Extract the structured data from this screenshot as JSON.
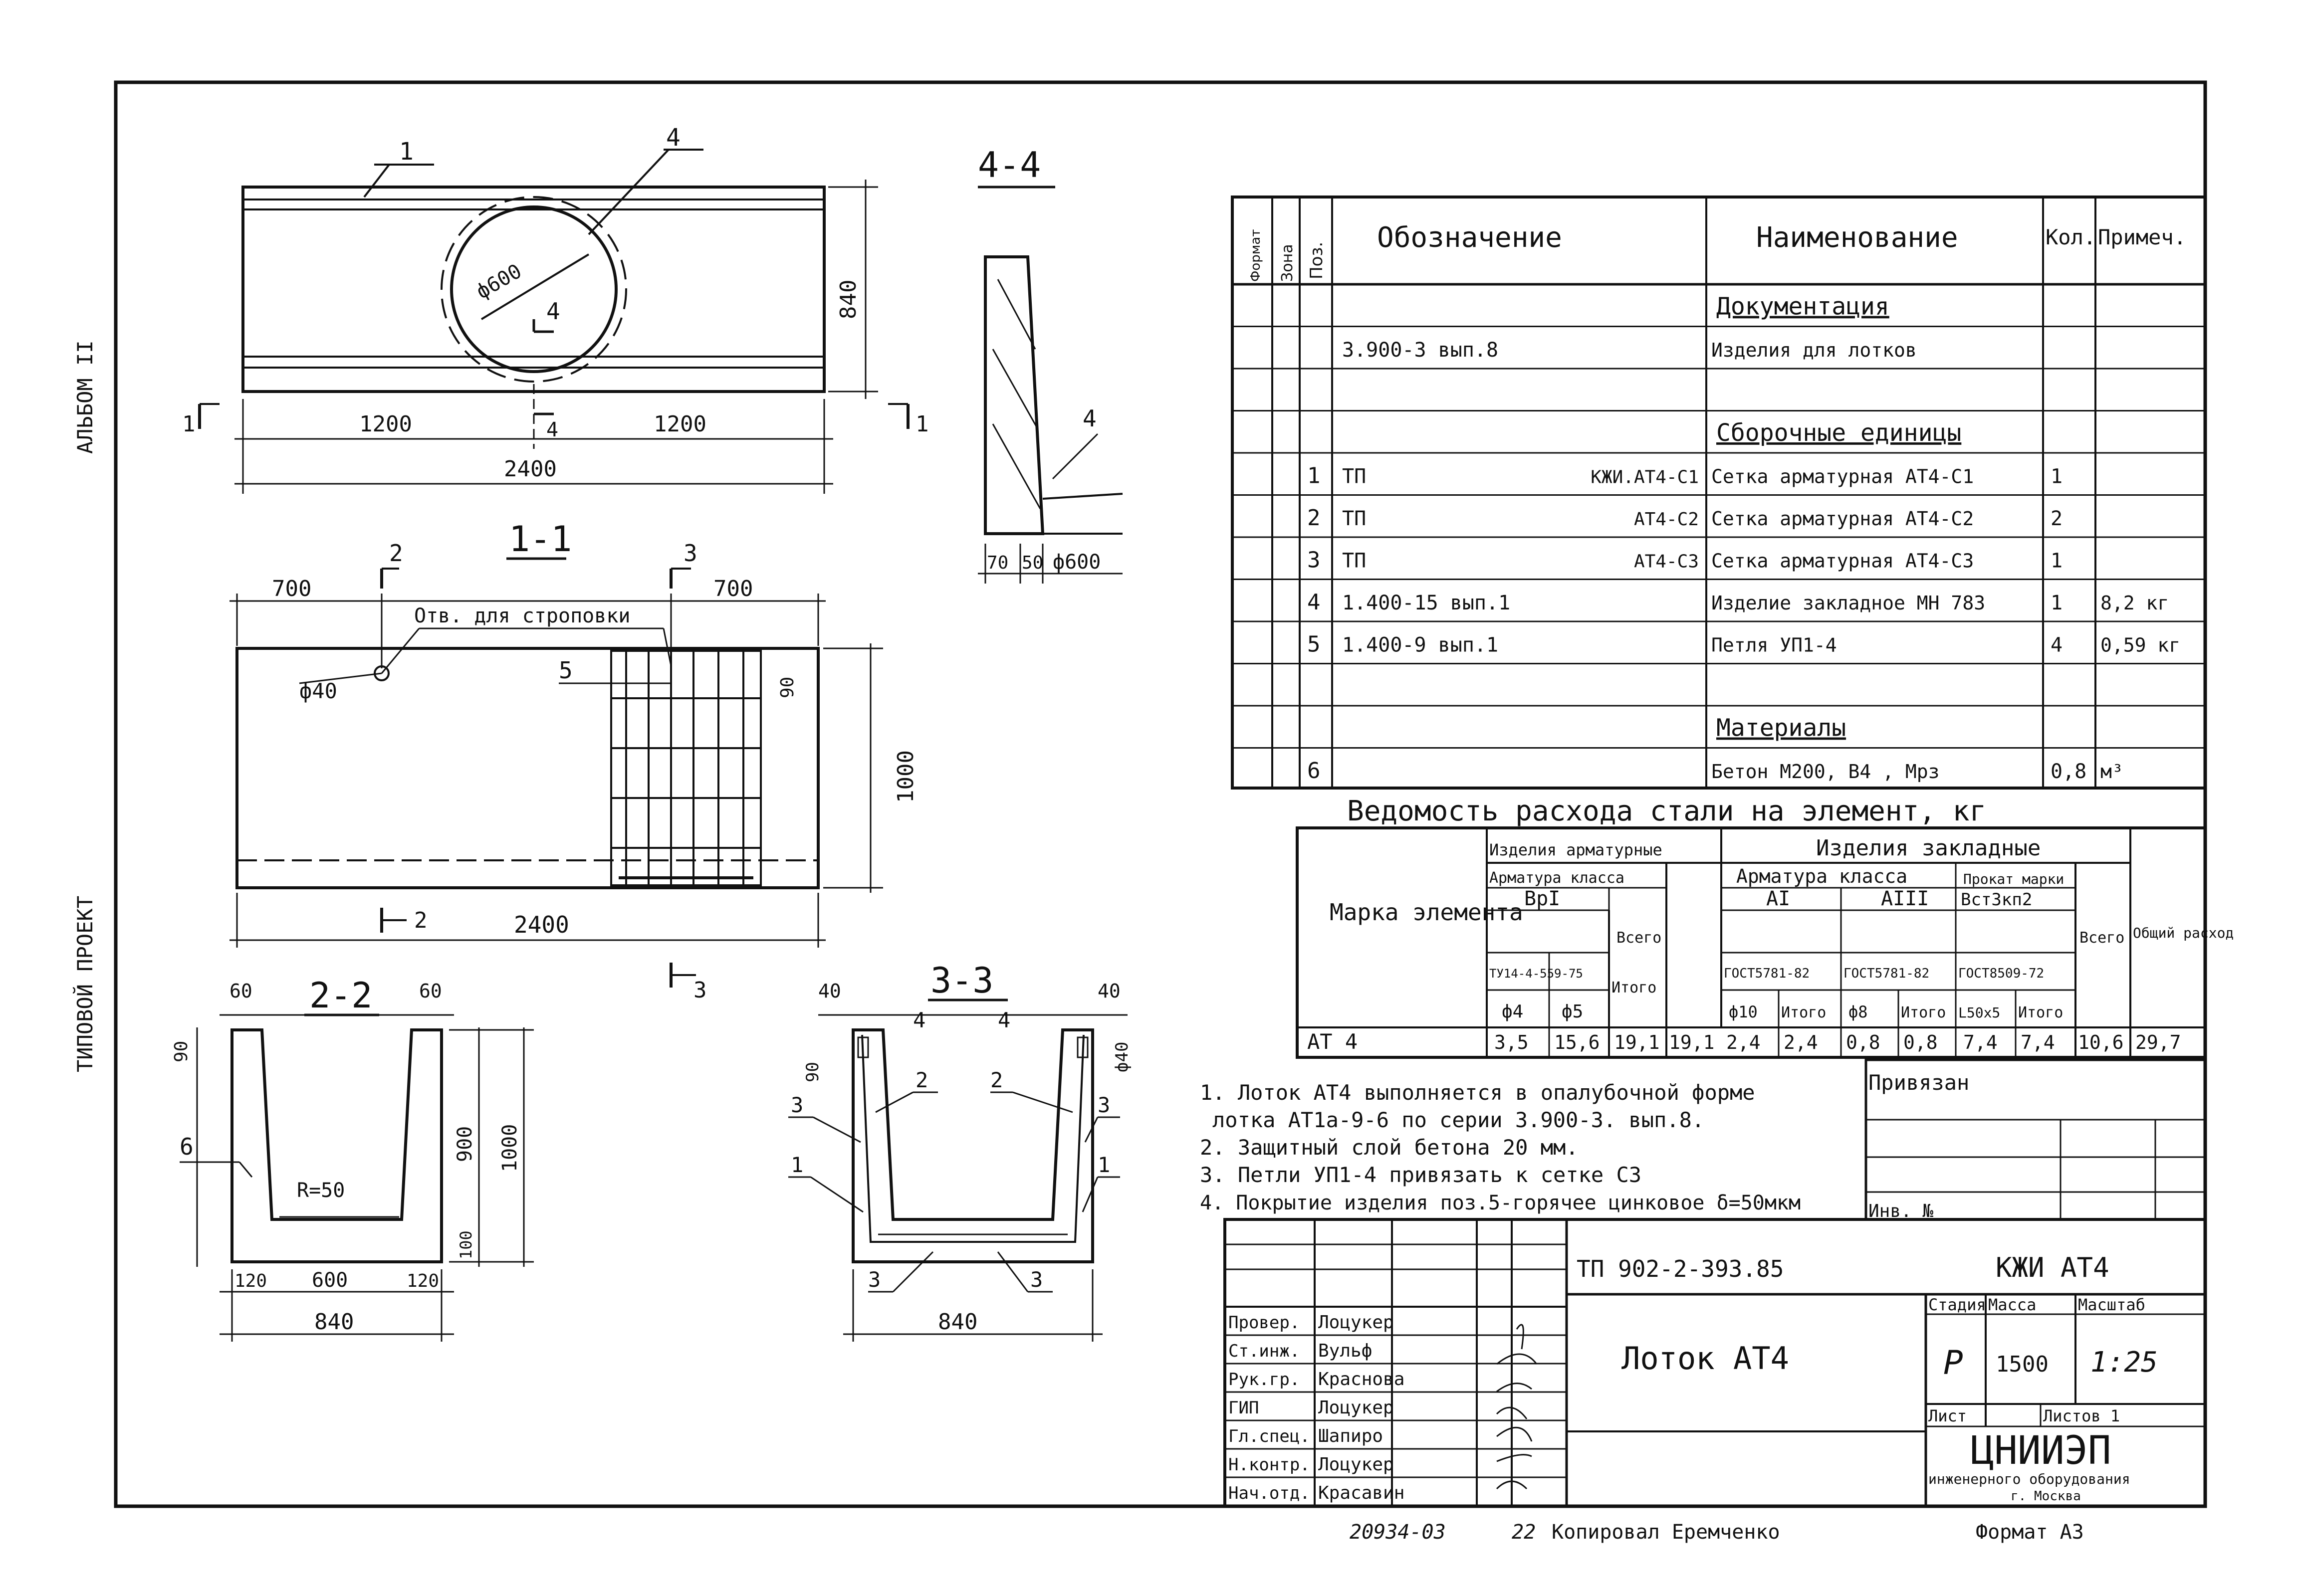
{
  "side_labels": {
    "album": "АЛЬБОМ II",
    "project": "ТИПОВОЙ ПРОЕКТ"
  },
  "plan": {
    "label_1": "1",
    "label_4": "4",
    "dia": "ф600",
    "dim_left": "1200",
    "dim_right": "1200",
    "dim_total": "2400",
    "dim_height": "840",
    "cut": "1",
    "cut4": "4"
  },
  "section_11": {
    "title": "1-1",
    "cut2": "2",
    "cut3": "3",
    "dim_left": "700",
    "dim_right": "700",
    "hole_note": "Отв. для строповки",
    "hole_dia": "ф40",
    "pos5": "5",
    "dim_90": "90",
    "dim_height": "1000",
    "dim_total": "2400"
  },
  "section_44": {
    "title": "4-4",
    "pos4": "4",
    "d70": "70",
    "d50": "50",
    "dia": "ф600"
  },
  "section_22": {
    "title": "2-2",
    "d60l": "60",
    "d60r": "60",
    "d90": "90",
    "pos6": "6",
    "radius": "R=50",
    "h900": "900",
    "h1000": "1000",
    "h100": "100",
    "w120l": "120",
    "w600": "600",
    "w120r": "120",
    "w840": "840"
  },
  "section_33": {
    "title": "3-3",
    "d40l": "40",
    "d40r": "40",
    "p4a": "4",
    "p4b": "4",
    "d90": "90",
    "dia40": "ф40",
    "p2a": "2",
    "p2b": "2",
    "p3a": "3",
    "p3b": "3",
    "p1a": "1",
    "p1b": "1",
    "p3c": "3",
    "p3d": "3",
    "w840": "840"
  },
  "spec": {
    "header": {
      "format": "Формат",
      "zone": "Зона",
      "pos": "Поз.",
      "designation": "Обозначение",
      "name": "Наименование",
      "qty": "Кол.",
      "note": "Примеч."
    },
    "rows": [
      {
        "pos": "",
        "des": "",
        "name": "Документация",
        "qty": "",
        "note": "",
        "type": "section"
      },
      {
        "pos": "",
        "des": "3.900-3 вып.8",
        "name": "Изделия для лотков",
        "qty": "",
        "note": "",
        "type": "row"
      },
      {
        "pos": "",
        "des": "",
        "name": "",
        "qty": "",
        "note": "",
        "type": "row"
      },
      {
        "pos": "",
        "des": "",
        "name": "Сборочные единицы",
        "qty": "",
        "note": "",
        "type": "section"
      },
      {
        "pos": "1",
        "des": "ТП",
        "des2": "КЖИ.АТ4-С1",
        "name": "Сетка арматурная АТ4-С1",
        "qty": "1",
        "note": "",
        "type": "row"
      },
      {
        "pos": "2",
        "des": "ТП",
        "des2": "АТ4-С2",
        "name": "Сетка арматурная АТ4-С2",
        "qty": "2",
        "note": "",
        "type": "row"
      },
      {
        "pos": "3",
        "des": "ТП",
        "des2": "АТ4-С3",
        "name": "Сетка арматурная АТ4-С3",
        "qty": "1",
        "note": "",
        "type": "row"
      },
      {
        "pos": "4",
        "des": "1.400-15 вып.1",
        "name": "Изделие закладное МН 783",
        "qty": "1",
        "note": "8,2 кг",
        "type": "row"
      },
      {
        "pos": "5",
        "des": "1.400-9 вып.1",
        "name": "Петля УП1-4",
        "qty": "4",
        "note": "0,59 кг",
        "type": "row"
      },
      {
        "pos": "",
        "des": "",
        "name": "",
        "qty": "",
        "note": "",
        "type": "row"
      },
      {
        "pos": "",
        "des": "",
        "name": "Материалы",
        "qty": "",
        "note": "",
        "type": "section"
      },
      {
        "pos": "6",
        "des": "",
        "name": "Бетон М200, В4 , Мрз",
        "qty": "0,8",
        "note": "м³",
        "type": "row"
      }
    ]
  },
  "steel": {
    "title": "Ведомость расхода стали на элемент, кг",
    "mark_header": "Марка элемента",
    "h_arm": "Изделия арматурные",
    "h_zakl": "Изделия закладные",
    "h_arm_class": "Арматура класса",
    "h_arm_class2": "Арматура класса",
    "h_prokat": "Прокат марки",
    "h_bp1": "ВрI",
    "h_a1": "АI",
    "h_a3": "АIII",
    "h_vst": "Вст3кп2",
    "h_gost1": "ТУ14-4-559-75",
    "h_gost2": "ГОСТ5781-82",
    "h_gost3": "ГОСТ5781-82",
    "h_gost4": "ГОСТ8509-72",
    "h_f4": "ф4",
    "h_f5": "ф5",
    "h_itogo1": "Итого",
    "h_vsego1": "Всего",
    "h_f10": "ф10",
    "h_itogo2": "Итого",
    "h_f8": "ф8",
    "h_itogo3": "Итого",
    "h_l": "L50х5",
    "h_itogo4": "Итого",
    "h_vsego2": "Всего",
    "h_total": "Общий расход",
    "row": [
      "АТ 4",
      "3,5",
      "15,6",
      "19,1",
      "19,1",
      "2,4",
      "2,4",
      "0,8",
      "0,8",
      "7,4",
      "7,4",
      "10,6",
      "29,7"
    ]
  },
  "notes": [
    "1. Лоток АТ4 выполняется в опалубочной форме",
    "лотка АТ1а-9-6 по серии 3.900-3. вып.8.",
    "2. Защитный слой бетона 20 мм.",
    "3. Петли УП1-4 привязать к сетке С3",
    "4. Покрытие изделия поз.5-горячее цинковое δ=50мкм"
  ],
  "binding": {
    "title": "Привязан",
    "inv": "Инв. №"
  },
  "titleblock": {
    "code": "ТП 902-2-393.85",
    "mark": "КЖИ АТ4",
    "name": "Лоток АТ4",
    "stage_h": "Стадия",
    "mass_h": "Масса",
    "scale_h": "Масштаб",
    "stage": "Р",
    "mass": "1500",
    "scale": "1:25",
    "sheet_h": "Лист",
    "sheets_h": "Листов 1",
    "org": "ЦНИИЭП",
    "org_sub": "инженерного оборудования",
    "org_city": "г. Москва",
    "roles": [
      {
        "role": "Провер.",
        "name": "Лоцукер"
      },
      {
        "role": "Ст.инж.",
        "name": "Вульф"
      },
      {
        "role": "Рук.гр.",
        "name": "Краснова"
      },
      {
        "role": "ГИП",
        "name": "Лоцукер"
      },
      {
        "role": "Гл.спец.",
        "name": "Шапиро"
      },
      {
        "role": "Н.контр.",
        "name": "Лоцукер"
      },
      {
        "role": "Нач.отд.",
        "name": "Красавин"
      }
    ]
  },
  "footer": {
    "num": "20934-03",
    "page": "22",
    "copied": "Копировал Еремченко",
    "format": "Формат А3"
  }
}
